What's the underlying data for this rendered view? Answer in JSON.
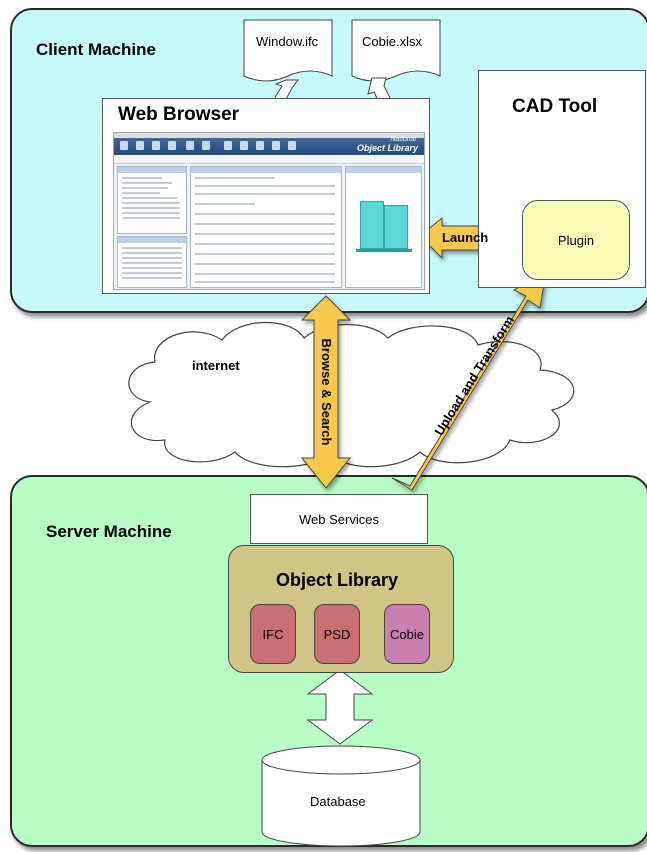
{
  "client": {
    "title": "Client Machine"
  },
  "server": {
    "title": "Server Machine"
  },
  "files": {
    "ifc": "Window.ifc",
    "cobie": "Cobie.xlsx"
  },
  "browser": {
    "title": "Web Browser",
    "logo_line1": "National",
    "logo_line2": "Object Library"
  },
  "cad": {
    "title": "CAD Tool",
    "plugin": "Plugin"
  },
  "arrows": {
    "launch": "Launch",
    "browse": "Browse & Search",
    "upload": "Upload and Transform"
  },
  "network": {
    "label": "internet"
  },
  "services": {
    "label": "Web Services"
  },
  "library": {
    "title": "Object Library",
    "modules": [
      "IFC",
      "PSD",
      "Cobie"
    ]
  },
  "database": {
    "label": "Database"
  },
  "colors": {
    "client_bg": "#c6fafa",
    "server_bg": "#b9fdc6",
    "arrow_fill": "#f7c94c",
    "plugin_bg": "#f7fdb6",
    "library_bg": "#d0c584",
    "module_ifc_psd": "#c86f74",
    "module_cobie": "#c97fb0"
  }
}
